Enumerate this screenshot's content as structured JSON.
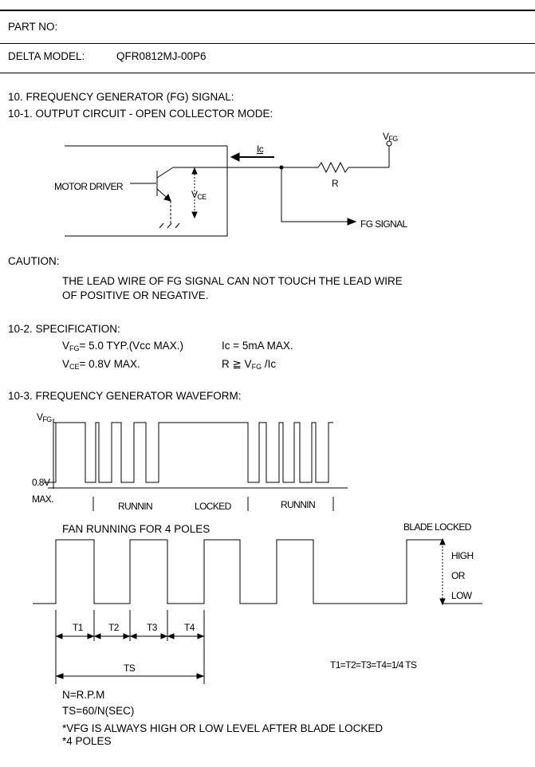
{
  "header": {
    "part_no_label": "PART NO:",
    "delta_model_label": "DELTA MODEL:",
    "delta_model_value": "QFR0812MJ-00P6"
  },
  "section10": {
    "title": "10. FREQUENCY GENERATOR (FG) SIGNAL:",
    "sub1_title": "10-1. OUTPUT CIRCUIT - OPEN COLLECTOR MODE:",
    "circuit": {
      "motor_driver": "MOTOR DRIVER",
      "ic_label": "Ic",
      "vfg_main": "V",
      "vfg_sub": "FG",
      "vce_main": "V",
      "vce_sub": "CE",
      "r_label": "R",
      "fg_signal": "FG SIGNAL"
    },
    "caution_title": "CAUTION:",
    "caution_line1": "THE LEAD WIRE  OF FG SIGNAL CAN NOT TOUCH THE LEAD WIRE",
    "caution_line2": "OF POSITIVE OR NEGATIVE.",
    "sub2_title": "10-2. SPECIFICATION:",
    "spec": {
      "vfg_main": "V",
      "vfg_sub": "FG",
      "vfg_text": "= 5.0 TYP.(Vcc MAX.)",
      "ic_text": "Ic = 5mA MAX.",
      "vce_main": "V",
      "vce_sub": "CE",
      "vce_text": "= 0.8V MAX.",
      "r_text": "R  ≧  V",
      "r_sub": "FG",
      "r_tail": " /Ic"
    },
    "sub3_title": "10-3. FREQUENCY GENERATOR WAVEFORM:",
    "waveform": {
      "vfg_main": "V",
      "vfg_sub": "FG",
      "low_label": "0.8V",
      "max_label": "MAX.",
      "running1": "RUNNIN",
      "locked": "LOCKED",
      "running2": "RUNNIN"
    },
    "fan_title": "FAN RUNNING FOR 4 POLES",
    "blade_locked": "BLADE LOCKED",
    "high": "HIGH",
    "or": "OR",
    "low": "LOW",
    "t_labels": [
      "T1",
      "T2",
      "T3",
      "T4"
    ],
    "ts_label": "TS",
    "equal_text": "T1=T2=T3=T4=1/4  TS",
    "notes": [
      "N=R.P.M",
      "TS=60/N(SEC)",
      "*VFG IS ALWAYS HIGH OR LOW LEVEL AFTER BLADE LOCKED",
      "*4 POLES"
    ]
  }
}
